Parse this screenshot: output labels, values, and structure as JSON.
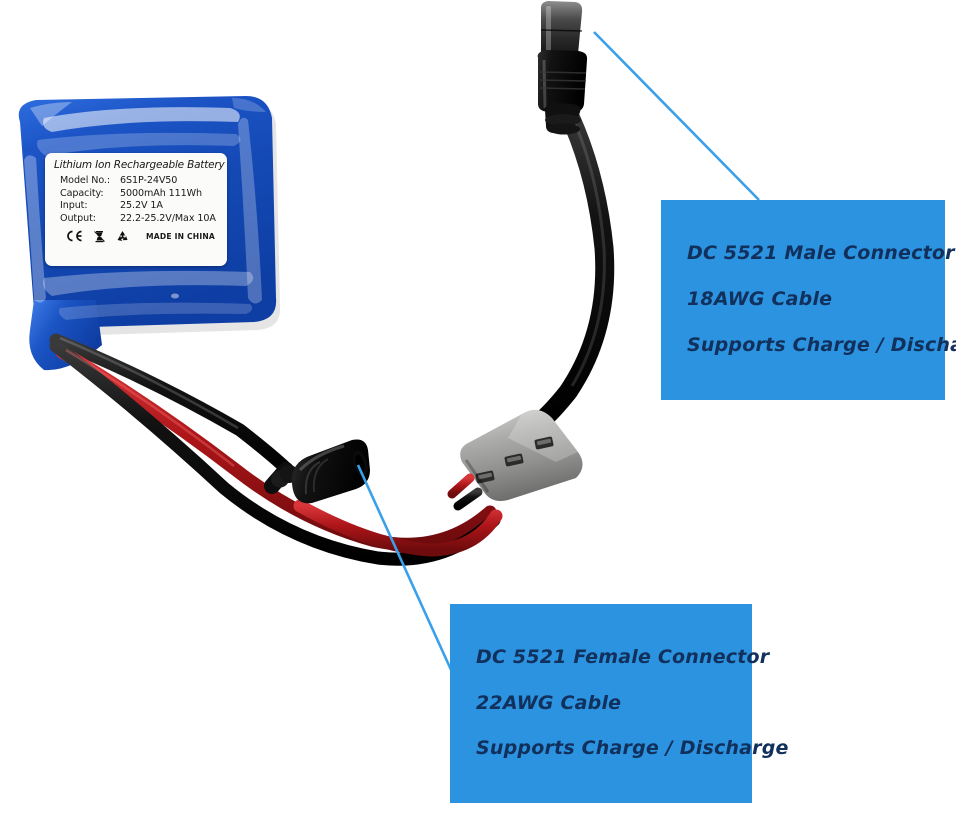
{
  "image": {
    "subject": "Lithium Ion Rechargeable Battery Pack with DC 5521 connectors",
    "background_color": "#ffffff"
  },
  "battery": {
    "wrap_color": "#1a56c4",
    "label": {
      "title": "Lithium Ion Rechargeable Battery",
      "specs": [
        {
          "key": "Model No.:",
          "value": "6S1P-24V50"
        },
        {
          "key": "Capacity:",
          "value": "5000mAh 111Wh"
        },
        {
          "key": "Input:",
          "value": "25.2V 1A"
        },
        {
          "key": "Output:",
          "value": "22.2-25.2V/Max 10A"
        }
      ],
      "icons": [
        "ce-mark-icon",
        "weee-crossed-bin-icon",
        "recycling-mobius-icon"
      ],
      "origin": "MADE IN CHINA"
    }
  },
  "callouts": [
    {
      "id": "male",
      "box_color": "#2b93e0",
      "text_color": "#12305c",
      "leader_color": "#3aa0ea",
      "lines": [
        "DC 5521 Male Connector",
        "18AWG Cable",
        "Supports Charge / Discharge"
      ]
    },
    {
      "id": "female",
      "box_color": "#2b93e0",
      "text_color": "#12305c",
      "leader_color": "#3aa0ea",
      "lines": [
        "DC 5521 Female Connector",
        "22AWG Cable",
        "Supports Charge / Discharge"
      ]
    }
  ],
  "hardware": {
    "male_connector": "dc-5521-male-barrel-plug",
    "female_connector": "dc-5521-female-barrel-jack",
    "inline_housing": "gray-connector-housing",
    "cable_black": "#161616",
    "cable_red": "#b3191c",
    "housing_gray": "#a8a8a6"
  }
}
